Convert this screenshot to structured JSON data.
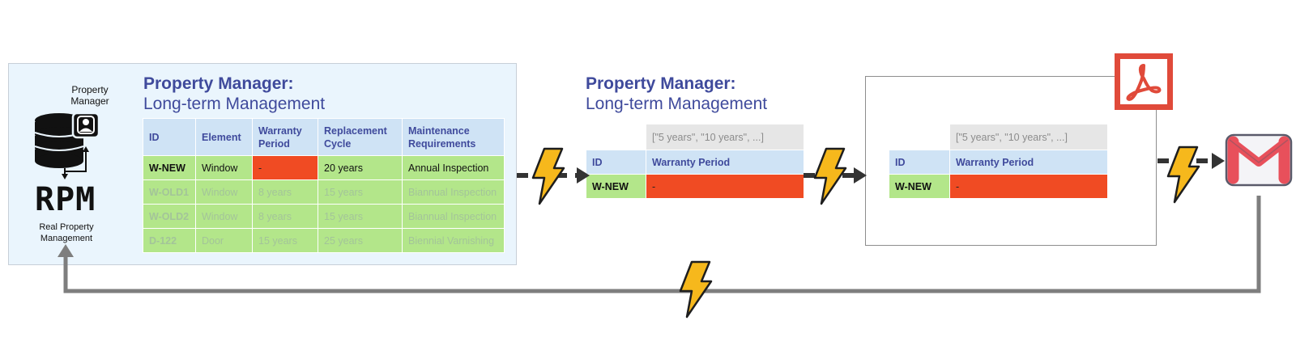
{
  "left_panel": {
    "icon_label_top": "Property\nManager",
    "rpm_title": "RPM",
    "rpm_caption": "Real Property\nManagement",
    "title": "Property Manager:",
    "subtitle": "Long-term Management",
    "table": {
      "headers": [
        "ID",
        "Element",
        "Warranty Period",
        "Replacement Cycle",
        "Maintenance Requirements"
      ],
      "rows": [
        [
          "W-NEW",
          "Window",
          "-",
          "20 years",
          "Annual Inspection"
        ],
        [
          "W-OLD1",
          "Window",
          "8 years",
          "15 years",
          "Biannual Inspection"
        ],
        [
          "W-OLD2",
          "Window",
          "8 years",
          "15 years",
          "Biannual Inspection"
        ],
        [
          "D-122",
          "Door",
          "15 years",
          "25 years",
          "Biennial Varnishing"
        ]
      ]
    }
  },
  "middle_panel": {
    "title": "Property Manager:",
    "subtitle": "Long-term Management",
    "options": "[\"5 years\", \"10 years\", ...]",
    "headers": [
      "ID",
      "Warranty Period"
    ],
    "row": [
      "W-NEW",
      "-"
    ]
  },
  "right_panel": {
    "options": "[\"5 years\", \"10 years\", ...]",
    "headers": [
      "ID",
      "Warranty Period"
    ],
    "row": [
      "W-NEW",
      "-"
    ]
  },
  "colors": {
    "title": "#3f4a9c",
    "header_cell": "#cfe3f5",
    "green_cell": "#b3e68a",
    "red_cell": "#f04b23",
    "lightning": "#f6b81c",
    "pdf": "#e04a3a",
    "mail": "#e8505b",
    "panel_bg": "#eaf5fd"
  },
  "icons": [
    "database-icon",
    "user-badge-icon",
    "lightning-icon",
    "pdf-icon",
    "mail-icon"
  ]
}
